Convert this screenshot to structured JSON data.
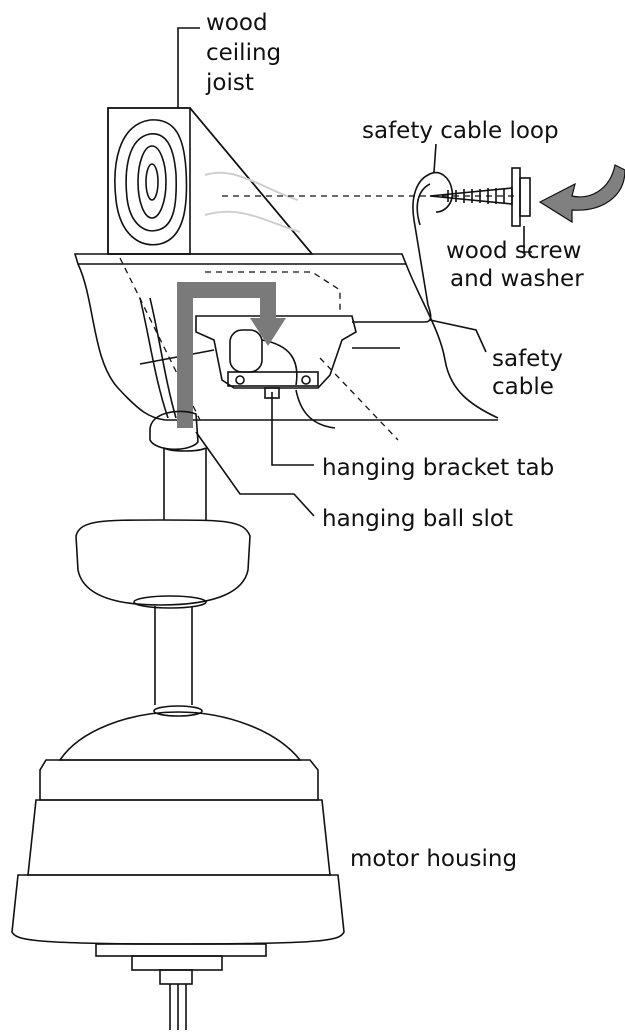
{
  "labels": {
    "joist_line1": "wood",
    "joist_line2": "ceiling",
    "joist_line3": "joist",
    "safety_cable_loop": "safety cable loop",
    "screw_line1": "wood screw",
    "screw_line2": "and washer",
    "safety_cable_line1": "safety",
    "safety_cable_line2": "cable",
    "hanging_bracket_tab": "hanging bracket tab",
    "hanging_ball_slot": "hanging ball slot",
    "motor_housing": "motor housing"
  },
  "colors": {
    "line": "#111111",
    "arrow_fill": "#808080",
    "hook_path": "#7a7a7a",
    "surface": "#ffffff",
    "hatch": "#555555"
  },
  "icons": {
    "install_arrow": "curved-arrow-icon",
    "hook_arrow": "hook-path-arrow-icon"
  }
}
